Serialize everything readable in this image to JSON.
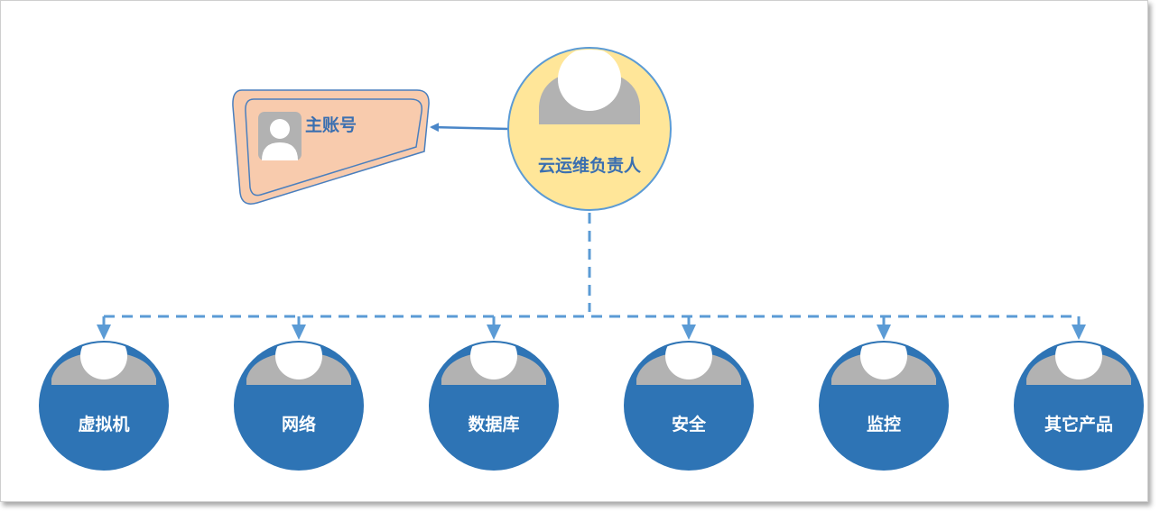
{
  "root": {
    "label": "云运维负责人"
  },
  "account": {
    "label": "主账号"
  },
  "children": [
    {
      "label": "虚拟机"
    },
    {
      "label": "网络"
    },
    {
      "label": "数据库"
    },
    {
      "label": "安全"
    },
    {
      "label": "监控"
    },
    {
      "label": "其它产品"
    }
  ],
  "colors": {
    "node_blue": "#2e74b5",
    "root_fill": "#ffe699",
    "account_fill": "#f8cbad",
    "connector": "#5b9bd5",
    "avatar_gray": "#b2b2b2"
  }
}
